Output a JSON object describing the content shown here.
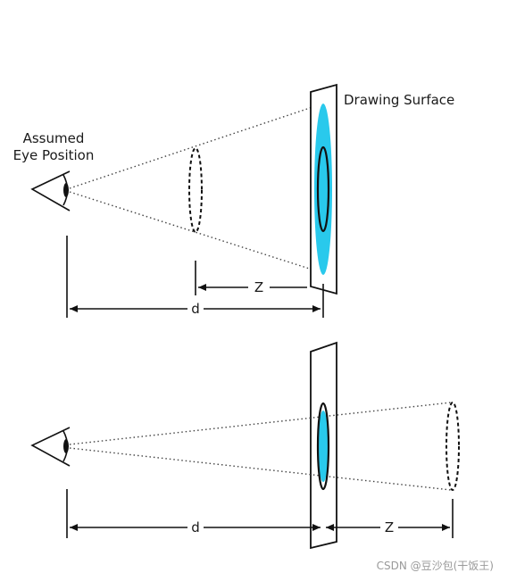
{
  "labels": {
    "drawing_surface": "Drawing Surface",
    "eye_position_line1": "Assumed",
    "eye_position_line2": "Eye Position",
    "d_top": "d",
    "z_top": "Z",
    "d_bottom": "d",
    "z_bottom": "Z"
  },
  "watermark": "CSDN @豆沙包(干饭王)",
  "colors": {
    "surface_fill": "#ffffff",
    "projection_fill": "#29c9ec",
    "line": "#111111"
  }
}
